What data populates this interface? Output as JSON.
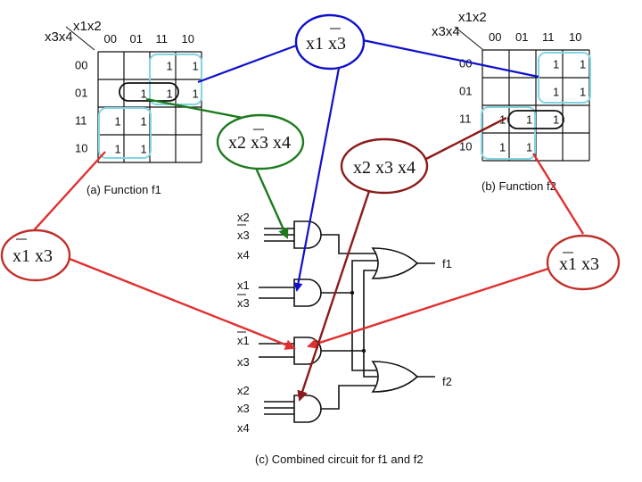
{
  "kmap_a": {
    "var_cols": "x1x2",
    "var_rows": "x3x4",
    "col_labels": [
      "00",
      "01",
      "11",
      "10"
    ],
    "row_labels": [
      "00",
      "01",
      "11",
      "10"
    ],
    "cells": [
      [
        "",
        "",
        "1",
        "1"
      ],
      [
        "",
        "1",
        "1",
        "1"
      ],
      [
        "1",
        "1",
        "",
        ""
      ],
      [
        "1",
        "1",
        "",
        ""
      ]
    ],
    "caption": "(a) Function f1"
  },
  "kmap_b": {
    "var_cols": "x1x2",
    "var_rows": "x3x4",
    "col_labels": [
      "00",
      "01",
      "11",
      "10"
    ],
    "row_labels": [
      "00",
      "01",
      "11",
      "10"
    ],
    "cells": [
      [
        "",
        "",
        "1",
        "1"
      ],
      [
        "",
        "",
        "1",
        "1"
      ],
      [
        "1",
        "1",
        "1",
        ""
      ],
      [
        "1",
        "1",
        "",
        ""
      ]
    ],
    "caption": "(b) Function f2"
  },
  "terms": {
    "top_term": "x1 x3",
    "mid_term": "x2 x3 x4",
    "right_mid_term": "x2 x3 x4",
    "left_term": "x1 x3",
    "right_term": "x1 x3"
  },
  "circuit": {
    "g1_inputs": [
      "x2",
      "x3",
      "x4"
    ],
    "g2_inputs": [
      "x1",
      "x3"
    ],
    "g3_inputs": [
      "x1",
      "x3"
    ],
    "g4_inputs": [
      "x2",
      "x3",
      "x4"
    ],
    "out1": "f1",
    "out2": "f2",
    "caption": "(c) Combined circuit for f1 and f2"
  },
  "colors": {
    "cyan": "#7fd6e2",
    "blue": "#1010cc",
    "green": "#1d7a1d",
    "red": "#e03030",
    "darkred": "#8b1a1a",
    "ring": "#c0302a"
  }
}
